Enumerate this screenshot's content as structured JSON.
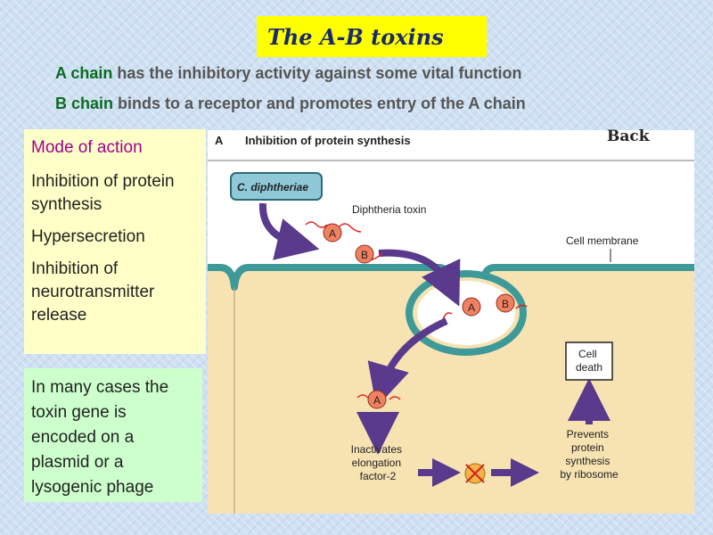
{
  "slide": {
    "title": "The A-B toxins",
    "line1": {
      "keyword": "A chain",
      "rest": " has the inhibitory activity against some vital function"
    },
    "line2": {
      "keyword": "B chain",
      "rest": " binds to a receptor and promotes entry of the A chain"
    }
  },
  "left_panel": {
    "mode": "Mode of action",
    "items": [
      "Inhibition of protein synthesis",
      "Hypersecretion",
      "Inhibition of neurotransmitter release"
    ]
  },
  "note_panel": {
    "text": "In many cases the toxin gene is encoded on a plasmid or a lysogenic phage"
  },
  "back_label": "Back",
  "diagram": {
    "panel_letter": "A",
    "heading": "Inhibition of protein synthesis",
    "organism": "C. diphtheriae",
    "toxin_label": "Diphtheria toxin",
    "membrane_label": "Cell membrane",
    "subunit_a": "A",
    "subunit_b": "B",
    "inactivates_line1": "Inactivates",
    "inactivates_line2": "elongation",
    "inactivates_line3": "factor-2",
    "prevents_line1": "Prevents",
    "prevents_line2": "protein",
    "prevents_line3": "synthesis",
    "prevents_line4": "by ribosome",
    "death_line1": "Cell",
    "death_line2": "death",
    "colors": {
      "cytoplasm": "#f7e2b2",
      "membrane": "#3d9a99",
      "toxin": "#f08060",
      "arrow": "#5a3a8c"
    }
  }
}
